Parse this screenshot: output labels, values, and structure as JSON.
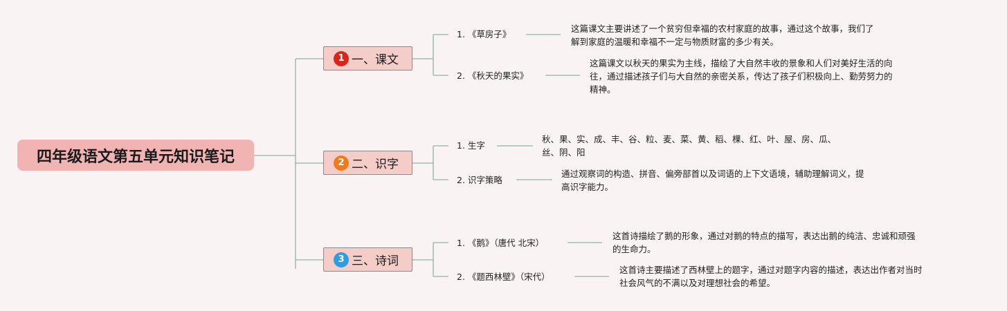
{
  "title": "四年级语文第五单元知识笔记",
  "colors": {
    "background": "#f9f3f4",
    "root_fill": "#f2b4b3",
    "branch_fill": "#f4cdc9",
    "connector": "#8fb3a8",
    "badge_1": "#d9261c",
    "badge_2": "#ef7b1f",
    "badge_3": "#2f9be0"
  },
  "branches": [
    {
      "number": "1",
      "label": "一、课文",
      "children": [
        {
          "label": "1. 《草房子》",
          "desc_lines": [
            "这篇课文主要讲述了一个贫穷但幸福的农村家庭的故事，通过这个故事，我们了",
            "解到家庭的温暖和幸福不一定与物质财富的多少有关。"
          ]
        },
        {
          "label": "2. 《秋天的果实》",
          "desc_lines": [
            "这篇课文以秋天的果实为主线，描绘了大自然丰收的景象和人们对美好生活的向",
            "往，通过描述孩子们与大自然的亲密关系，传达了孩子们积极向上、勤劳努力的",
            "精神。"
          ]
        }
      ]
    },
    {
      "number": "2",
      "label": "二、识字",
      "children": [
        {
          "label": "1. 生字",
          "desc_lines": [
            "秋、果、实、成、丰、谷、粒、麦、菜、黄、稻、棵、红、叶、屋、房、瓜、",
            "丝、阴、阳"
          ]
        },
        {
          "label": "2. 识字策略",
          "desc_lines": [
            "通过观察词的构造、拼音、偏旁部首以及词语的上下文语境，辅助理解词义，提",
            "高识字能力。"
          ]
        }
      ]
    },
    {
      "number": "3",
      "label": "三、诗词",
      "children": [
        {
          "label": "1. 《鹅》（唐代 北宋）",
          "desc_lines": [
            "这首诗描绘了鹅的形象，通过对鹅的特点的描写，表达出鹅的纯洁、忠诚和顽强",
            "的生命力。"
          ]
        },
        {
          "label": "2. 《题西林壁》（宋代）",
          "desc_lines": [
            "这首诗主要描述了西林壁上的题字，通过对题字内容的描述，表达出作者对当时",
            "社会风气的不满以及对理想社会的希望。"
          ]
        }
      ]
    }
  ]
}
